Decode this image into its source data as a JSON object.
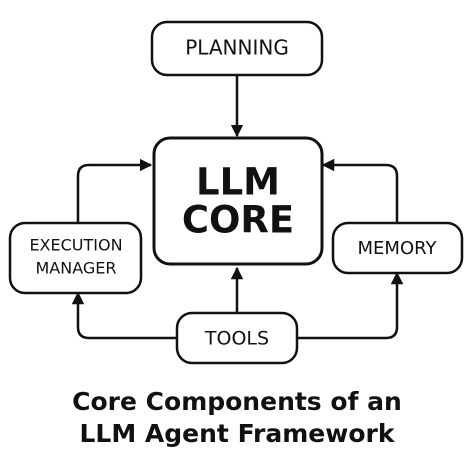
{
  "diagram": {
    "nodes": {
      "planning": "PLANNING",
      "core_line1": "LLM",
      "core_line2": "CORE",
      "execution_line1": "EXECUTION",
      "execution_line2": "MANAGER",
      "memory": "MEMORY",
      "tools": "TOOLS"
    },
    "caption_line1": "Core Components of an",
    "caption_line2": "LLM Agent Framework"
  }
}
